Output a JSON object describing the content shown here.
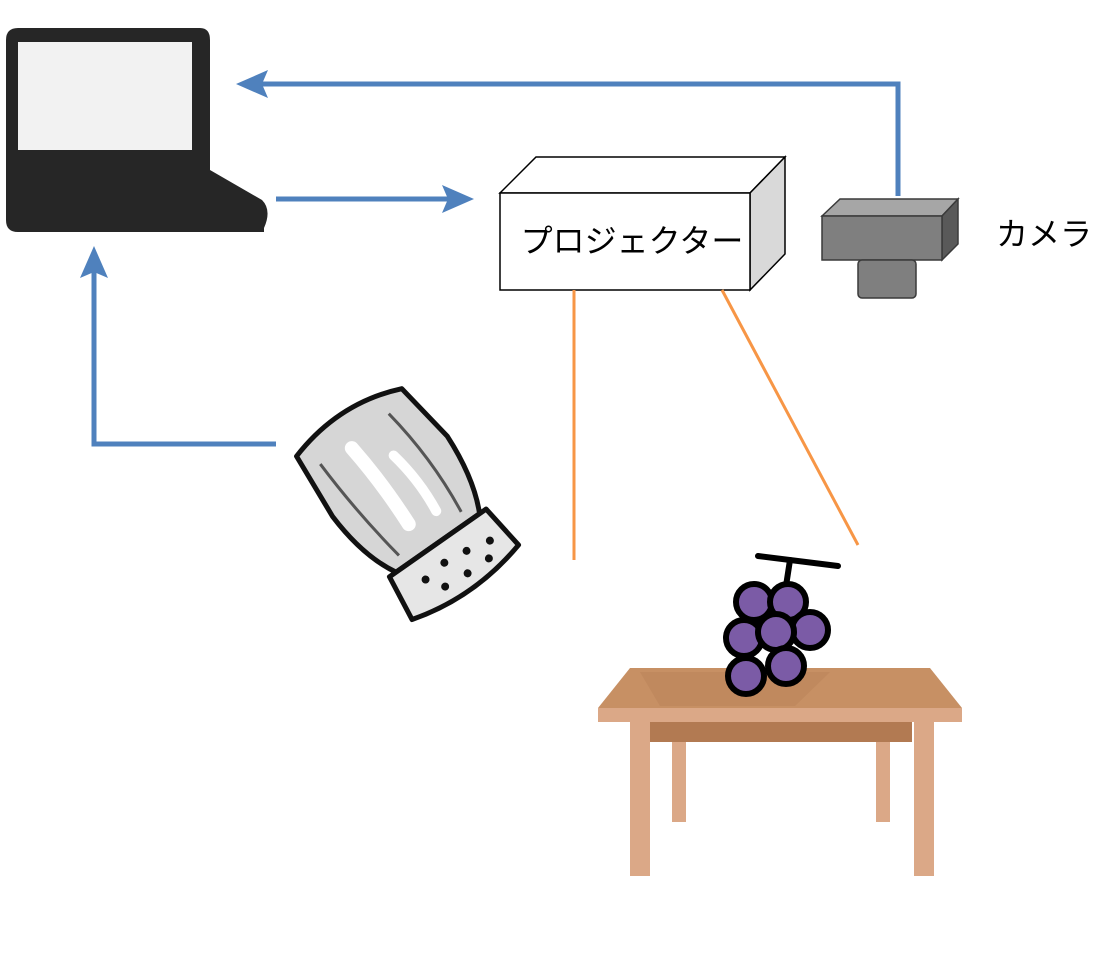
{
  "labels": {
    "projector": "プロジェクター",
    "camera": "カメラ"
  },
  "icons": {
    "laptop": "laptop-icon",
    "camera": "camera-icon",
    "projector": "projector-box",
    "salt_shaker": "salt-shaker-icon",
    "grapes": "grapes-icon",
    "table": "table-icon"
  },
  "colors": {
    "data_arrow": "#4f81bd",
    "projection_line": "#f79646",
    "laptop_body": "#262626",
    "laptop_screen": "#f2f2f2",
    "camera_body": "#7f7f7f",
    "projector_side": "#d9d9d9",
    "table_top": "#c79064",
    "table_legs": "#dba887",
    "grape": "#7b5ba6"
  }
}
